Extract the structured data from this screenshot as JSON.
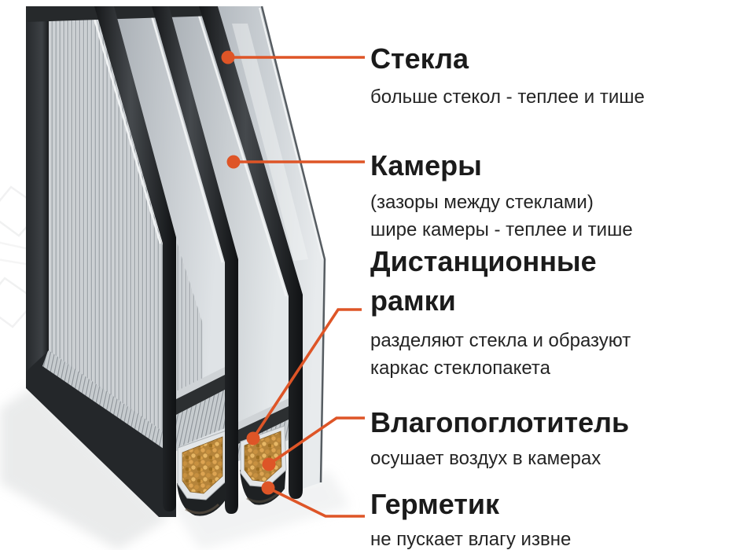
{
  "page": {
    "background": "#ffffff"
  },
  "colors": {
    "accent_orange": "#DE5527",
    "heading_text": "#1b1b1b",
    "body_text": "#242424",
    "frame_dark": "#24272a",
    "glass_light": "#d8dce0",
    "glass_shade": "#aeb4ba",
    "spacer_metal": "#d3d7da",
    "desiccant_gold": "#c89140",
    "sealant_black": "#1e2123"
  },
  "illustration": {
    "parts": [
      "glass-panes",
      "air-chambers",
      "spacer-frames",
      "desiccant-granules",
      "sealant",
      "watermark"
    ]
  },
  "labels": [
    {
      "id": "glass",
      "title_lines": [
        "Стекла"
      ],
      "body_lines": [
        "больше стекол - теплее и тише"
      ]
    },
    {
      "id": "chambers",
      "title_lines": [
        "Камеры"
      ],
      "body_lines": [
        "(зазоры между стеклами)",
        "шире камеры - теплее и тише"
      ]
    },
    {
      "id": "spacer-frames",
      "title_lines": [
        "Дистанционные",
        "рамки"
      ],
      "body_lines": [
        "разделяют стекла и образуют",
        "каркас стеклопакета"
      ]
    },
    {
      "id": "desiccant",
      "title_lines": [
        "Влагопоглотитель"
      ],
      "body_lines": [
        "осушает воздух в камерах"
      ]
    },
    {
      "id": "sealant",
      "title_lines": [
        "Герметик"
      ],
      "body_lines": [
        "не пускает влагу извне"
      ]
    }
  ]
}
